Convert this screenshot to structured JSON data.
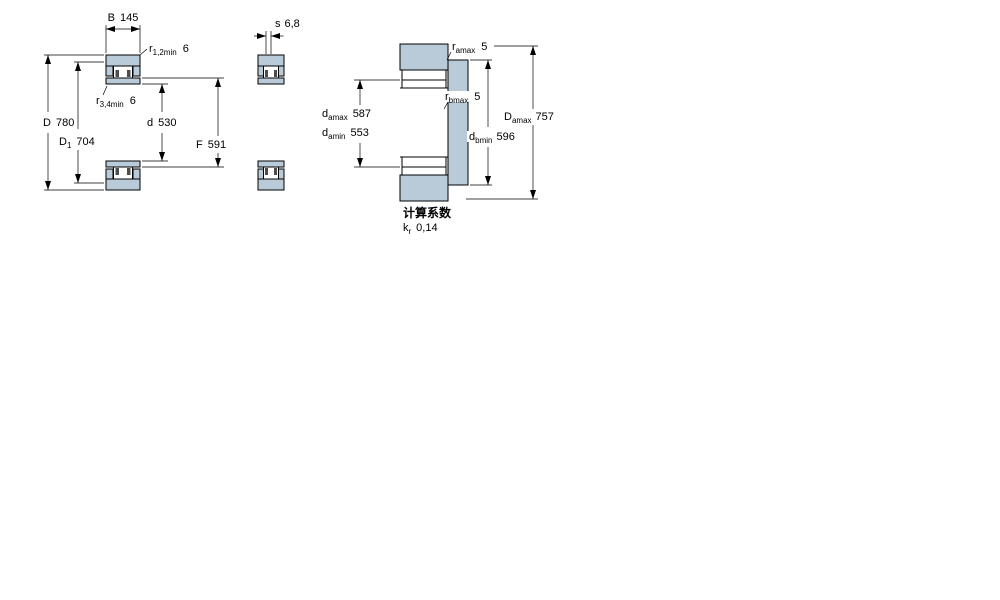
{
  "diagram": {
    "left_view": {
      "B": {
        "label": "B",
        "value": "145"
      },
      "r12min": {
        "base": "r",
        "sub": "1,2min",
        "value": "6"
      },
      "r34min": {
        "base": "r",
        "sub": "3,4min",
        "value": "6"
      },
      "D": {
        "label": "D",
        "value": "780"
      },
      "D1": {
        "base": "D",
        "sub": "1",
        "value": "704"
      },
      "d": {
        "label": "d",
        "value": "530"
      },
      "F": {
        "label": "F",
        "value": "591"
      }
    },
    "middle_view": {
      "s": {
        "label": "s",
        "value": "6,8"
      }
    },
    "right_view": {
      "ramax": {
        "base": "r",
        "sub": "amax",
        "value": "5"
      },
      "rbmax": {
        "base": "r",
        "sub": "bmax",
        "value": "5"
      },
      "damax": {
        "base": "d",
        "sub": "amax",
        "value": "587"
      },
      "damin": {
        "base": "d",
        "sub": "amin",
        "value": "553"
      },
      "dbmin": {
        "base": "d",
        "sub": "bmin",
        "value": "596"
      },
      "Damax": {
        "base": "D",
        "sub": "amax",
        "value": "757"
      }
    },
    "calc_factors": {
      "heading": "计算系数",
      "kr": {
        "base": "k",
        "sub": "r",
        "value": "0,14"
      }
    },
    "colors": {
      "ring_fill": "#b9cbd8",
      "cage_fill": "#4d4d4d",
      "line": "#000000",
      "background": "#ffffff"
    }
  }
}
